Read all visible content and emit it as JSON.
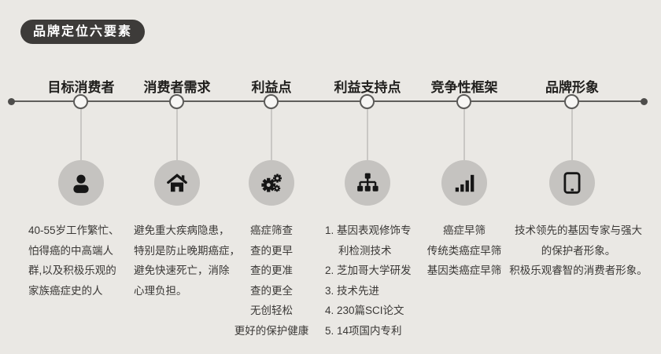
{
  "title_badge": {
    "label": "品牌定位六要素"
  },
  "colors": {
    "background": "#eae8e4",
    "badge_bg": "#3d3b39",
    "badge_text": "#ffffff",
    "timeline": "#5f5e5b",
    "connector": "#c9c7c4",
    "icon_circle_bg": "#c5c3c0",
    "icon_fill": "#161616",
    "heading_text": "#21201e",
    "body_text": "#3a3836"
  },
  "columns": [
    {
      "heading": "目标消费者",
      "icon": "user-icon",
      "lines": [
        "40-55岁工作繁忙、",
        "怕得癌的中高端人",
        "群,以及积极乐观的",
        "家族癌症史的人"
      ]
    },
    {
      "heading": "消费者需求",
      "icon": "home-icon",
      "lines": [
        "避免重大疾病隐患，",
        "特别是防止晚期癌症，",
        "避免快速死亡，消除",
        "心理负担。"
      ]
    },
    {
      "heading": "利益点",
      "icon": "gears-icon",
      "lines": [
        "癌症筛查",
        "查的更早",
        "查的更准",
        "查的更全",
        "无创轻松",
        "更好的保护健康"
      ]
    },
    {
      "heading": "利益支持点",
      "icon": "sitemap-icon",
      "lines": [
        "1. 基因表观修饰专",
        "利检测技术",
        "2. 芝加哥大学研发",
        "3. 技术先进",
        "4. 230篇SCI论文",
        "5. 14项国内专利"
      ]
    },
    {
      "heading": "竞争性框架",
      "icon": "bar-chart-icon",
      "lines": [
        "癌症早筛",
        "传统类癌症早筛",
        "基因类癌症早筛"
      ]
    },
    {
      "heading": "品牌形象",
      "icon": "tablet-icon",
      "lines": [
        "技术领先的基因专家与强大",
        "的保护者形象。",
        "积极乐观睿智的消费者形象。"
      ]
    }
  ]
}
